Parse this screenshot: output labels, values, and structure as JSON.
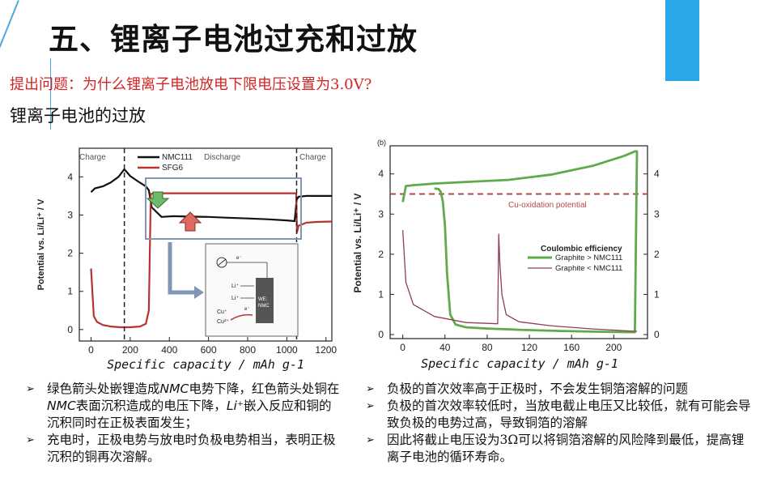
{
  "slide": {
    "title": "五、锂离子电池过充和过放",
    "question": "提出问题：为什么锂离子电池放电下限电压设置为3.0V?",
    "subtitle": "锂离子电池的过放"
  },
  "colors": {
    "accent_bar": "#2aa7e6",
    "question_text": "#d42424"
  },
  "chart_data": [
    {
      "type": "line",
      "xlabel": "Specific capacity / mAh g-1",
      "ylabel": "Potential vs. Li/Li⁺ / V",
      "xlim": [
        -60,
        1230
      ],
      "ylim": [
        -0.3,
        4.75
      ],
      "xticks": [
        0,
        200,
        400,
        600,
        800,
        1000,
        1200
      ],
      "yticks": [
        0,
        1,
        2,
        3,
        4
      ],
      "regions": [
        "Charge",
        "Discharge",
        "Charge"
      ],
      "vlines": [
        170,
        1050
      ],
      "series": [
        {
          "name": "NMC111",
          "color": "#111111",
          "x": [
            0,
            20,
            60,
            100,
            140,
            170,
            200,
            240,
            280,
            295,
            310,
            360,
            420,
            500,
            600,
            700,
            800,
            900,
            1000,
            1040,
            1050,
            1060,
            1100,
            1150,
            1200,
            1230
          ],
          "y": [
            3.6,
            3.7,
            3.75,
            3.85,
            4.0,
            4.2,
            4.02,
            3.88,
            3.75,
            3.65,
            3.2,
            2.95,
            2.97,
            2.96,
            2.95,
            2.93,
            2.91,
            2.89,
            2.86,
            2.84,
            3.4,
            3.48,
            3.5,
            3.5,
            3.5,
            3.5
          ]
        },
        {
          "name": "SFG6",
          "color": "#b83232",
          "x": [
            0,
            8,
            14,
            30,
            60,
            100,
            150,
            200,
            250,
            280,
            295,
            305,
            320,
            500,
            700,
            900,
            1040,
            1048,
            1052,
            1060,
            1100,
            1150,
            1230
          ],
          "y": [
            1.6,
            0.9,
            0.35,
            0.2,
            0.12,
            0.08,
            0.06,
            0.06,
            0.08,
            0.15,
            0.5,
            3.55,
            3.57,
            3.57,
            3.57,
            3.57,
            3.57,
            3.56,
            2.55,
            2.72,
            2.8,
            2.82,
            2.83
          ]
        }
      ]
    },
    {
      "type": "line",
      "panel_label": "(b)",
      "xlabel": "Specific capacity / mAh g-1",
      "ylabel": "Potential vs. Li/Li⁺ / V",
      "xlim": [
        -12,
        232
      ],
      "ylim": [
        -0.1,
        4.7
      ],
      "xticks": [
        0,
        40,
        80,
        120,
        160,
        200
      ],
      "yticks": [
        0,
        1,
        2,
        3,
        4
      ],
      "reference_line": {
        "label": "Cu-oxidation potential",
        "y": 3.5,
        "color": "#b04848"
      },
      "legend_title": "Coulombic efficiency",
      "series": [
        {
          "name": "Graphite > NMC111",
          "color": "#5fab4b",
          "x": [
            0,
            3,
            10,
            30,
            60,
            100,
            140,
            180,
            210,
            220,
            222,
            220,
            190,
            150,
            110,
            80,
            60,
            50,
            45,
            42,
            40,
            38,
            36,
            34,
            30
          ],
          "y": [
            3.3,
            3.7,
            3.72,
            3.76,
            3.8,
            3.85,
            3.98,
            4.2,
            4.45,
            4.56,
            4.56,
            0.06,
            0.07,
            0.09,
            0.12,
            0.15,
            0.18,
            0.25,
            0.5,
            1.5,
            2.7,
            3.3,
            3.55,
            3.62,
            3.64
          ]
        },
        {
          "name": "Graphite < NMC111",
          "color": "#8f3f4f",
          "x": [
            0,
            3,
            10,
            30,
            60,
            90,
            91,
            92,
            94,
            98,
            110,
            140,
            180,
            222
          ],
          "y": [
            2.6,
            1.3,
            0.75,
            0.45,
            0.3,
            0.27,
            2.5,
            1.8,
            1.0,
            0.5,
            0.32,
            0.22,
            0.14,
            0.08
          ]
        }
      ]
    }
  ],
  "left_figure": {
    "annotations": {
      "arrow_down": "green-down-arrow",
      "arrow_up": "red-up-arrow"
    },
    "inset": {
      "lines": [
        "Li⁺",
        "Li⁺",
        "Cu⁺",
        "Cu²⁺",
        "e⁻",
        "e⁻"
      ],
      "electrode_label": [
        "WE:",
        "NMC"
      ]
    }
  },
  "left_bullets": [
    {
      "parts": [
        "绿色箭头处嵌锂造成",
        "NMC",
        "电势下降，红色箭头处铜在",
        "NMC",
        "表面沉积造成的电压下降，",
        "Li⁺",
        "嵌入反应和铜的沉积同时在正极表面发生；"
      ]
    },
    {
      "parts": [
        "充电时，正极电势与放电时负极电势相当，表明正极沉积的铜再次溶解。"
      ]
    }
  ],
  "right_bullets": [
    "负极的首次效率高于正极时，不会发生铜箔溶解的问题",
    "负极的首次效率较低时，当放电截止电压又比较低，就有可能会导致负极的电势过高，导致铜箔的溶解",
    "因此将截止电压设为3Ω可以将铜箔溶解的风险降到最低，提高锂离子电池的循环寿命。"
  ]
}
